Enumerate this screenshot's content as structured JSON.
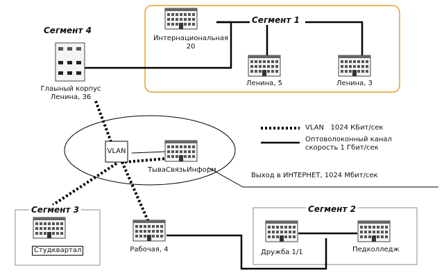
{
  "segments": {
    "s1": "Сегмент 1",
    "s2": "Сегмент 2",
    "s3": "Сегмент 3",
    "s4": "Сегмент 4"
  },
  "buildings": {
    "internatsionalnaya": "Интернациональная\n20",
    "lenina5": "Ленина, 5",
    "lenina3": "Ленина, 3",
    "main": "Глаыный корпус\nЛенина, 36",
    "tyva": "ТываСвязьИнформ",
    "studkvartal": "Студквартал",
    "rabochaya": "Рабочая, 4",
    "druzhba": "Дружба 1/1",
    "pedkolledzh": "Педколледж"
  },
  "vlan_box": "VLAN",
  "legend": {
    "vlan": "VLAN   1024 КБит/сек",
    "fiber": "Оптоволоконный канал\nскорость 1 Гбит/сек"
  },
  "internet": "Выход в ИНТЕРНЕТ, 1024 Мбит/сек",
  "colors": {
    "segment1_border": "#e0a030",
    "segment_border": "#888888",
    "line": "#000000"
  }
}
